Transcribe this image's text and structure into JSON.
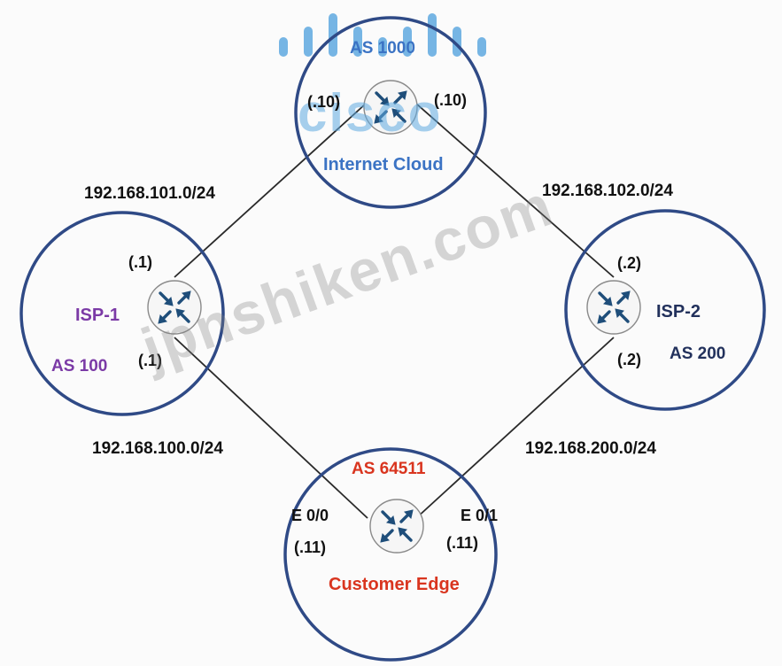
{
  "colors": {
    "circle_stroke": "#2f4a86",
    "link_line": "#2a2a2a",
    "router_arrow": "#1f4e7a",
    "cloud_text": "#3b73c4",
    "isp1_text": "#7b3aa6",
    "isp2_text": "#22315c",
    "customer_text": "#d9351f",
    "label_text": "#111111",
    "logo_blue": "#5fa9e0"
  },
  "logo": {
    "text": "cisco"
  },
  "watermark": {
    "text": "jpnshiken.com"
  },
  "nodes": {
    "internet_cloud": {
      "name": "Internet Cloud",
      "as": "AS 1000",
      "iface_left": "(.10)",
      "iface_right": "(.10)",
      "icon": "router-icon"
    },
    "isp1": {
      "name": "ISP-1",
      "as": "AS 100",
      "iface_top": "(.1)",
      "iface_bottom": "(.1)",
      "icon": "router-icon"
    },
    "isp2": {
      "name": "ISP-2",
      "as": "AS 200",
      "iface_top": "(.2)",
      "iface_bottom": "(.2)",
      "icon": "router-icon"
    },
    "customer_edge": {
      "name": "Customer Edge",
      "as": "AS 64511",
      "port_left": "E 0/0",
      "port_right": "E 0/1",
      "iface_left": "(.11)",
      "iface_right": "(.11)",
      "icon": "router-icon"
    }
  },
  "links": {
    "cloud_isp1": "192.168.101.0/24",
    "cloud_isp2": "192.168.102.0/24",
    "isp1_customer": "192.168.100.0/24",
    "isp2_customer": "192.168.200.0/24"
  }
}
